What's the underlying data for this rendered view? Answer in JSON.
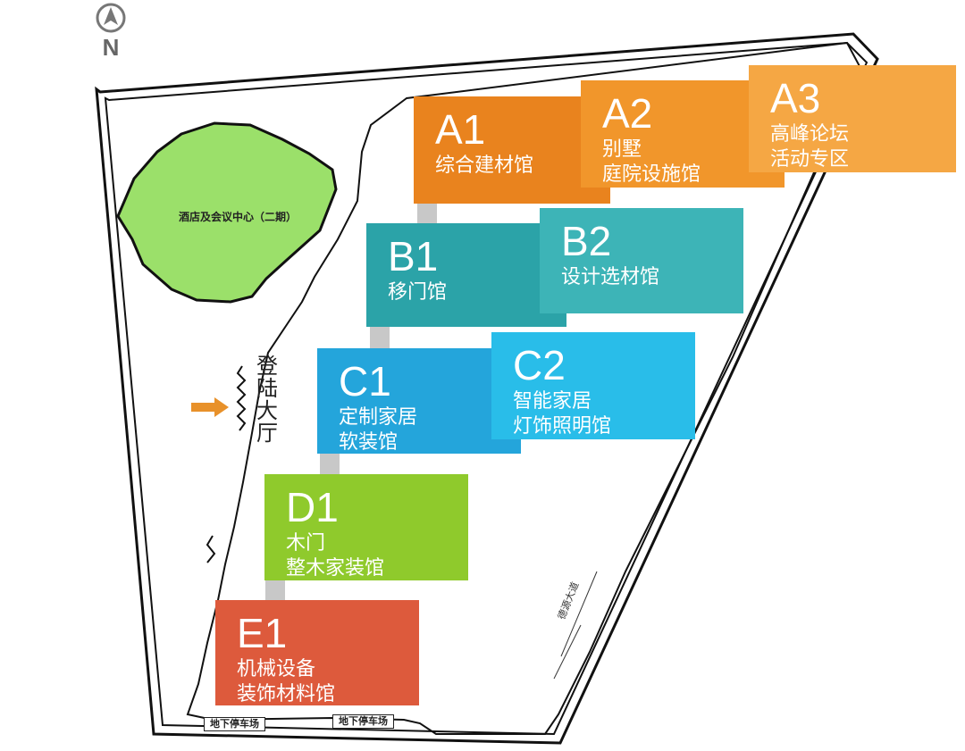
{
  "compass": {
    "letter": "N",
    "icon": "compass-north-icon"
  },
  "hotel": {
    "label": "酒店及会议中心（二期）",
    "color": "#9be06a"
  },
  "lobby": {
    "chars": [
      "登",
      "陆",
      "大",
      "厅"
    ],
    "arrow_color": "#e8912a"
  },
  "parking": {
    "left": "地下停车场",
    "right": "地下停车场"
  },
  "road": {
    "label": "德源大道"
  },
  "halls": [
    {
      "id": "A1",
      "code": "A1",
      "lines": [
        "综合建材馆"
      ],
      "color": "#e9831e"
    },
    {
      "id": "A2",
      "code": "A2",
      "lines": [
        "别墅",
        "庭院设施馆"
      ],
      "color": "#f1962b"
    },
    {
      "id": "A3",
      "code": "A3",
      "lines": [
        "高峰论坛",
        "活动专区"
      ],
      "color": "#f5a744"
    },
    {
      "id": "B1",
      "code": "B1",
      "lines": [
        "移门馆"
      ],
      "color": "#2ba3a8"
    },
    {
      "id": "B2",
      "code": "B2",
      "lines": [
        "设计选材馆"
      ],
      "color": "#3db4b7"
    },
    {
      "id": "C1",
      "code": "C1",
      "lines": [
        "定制家居",
        "软装馆"
      ],
      "color": "#24a5db"
    },
    {
      "id": "C2",
      "code": "C2",
      "lines": [
        "智能家居",
        "灯饰照明馆"
      ],
      "color": "#29bde9"
    },
    {
      "id": "D1",
      "code": "D1",
      "lines": [
        "木门",
        "整木家装馆"
      ],
      "color": "#8fca2c"
    },
    {
      "id": "E1",
      "code": "E1",
      "lines": [
        "机械设备",
        "装饰材料馆"
      ],
      "color": "#dd5a3c"
    }
  ],
  "connector_color": "#c8c8c8"
}
